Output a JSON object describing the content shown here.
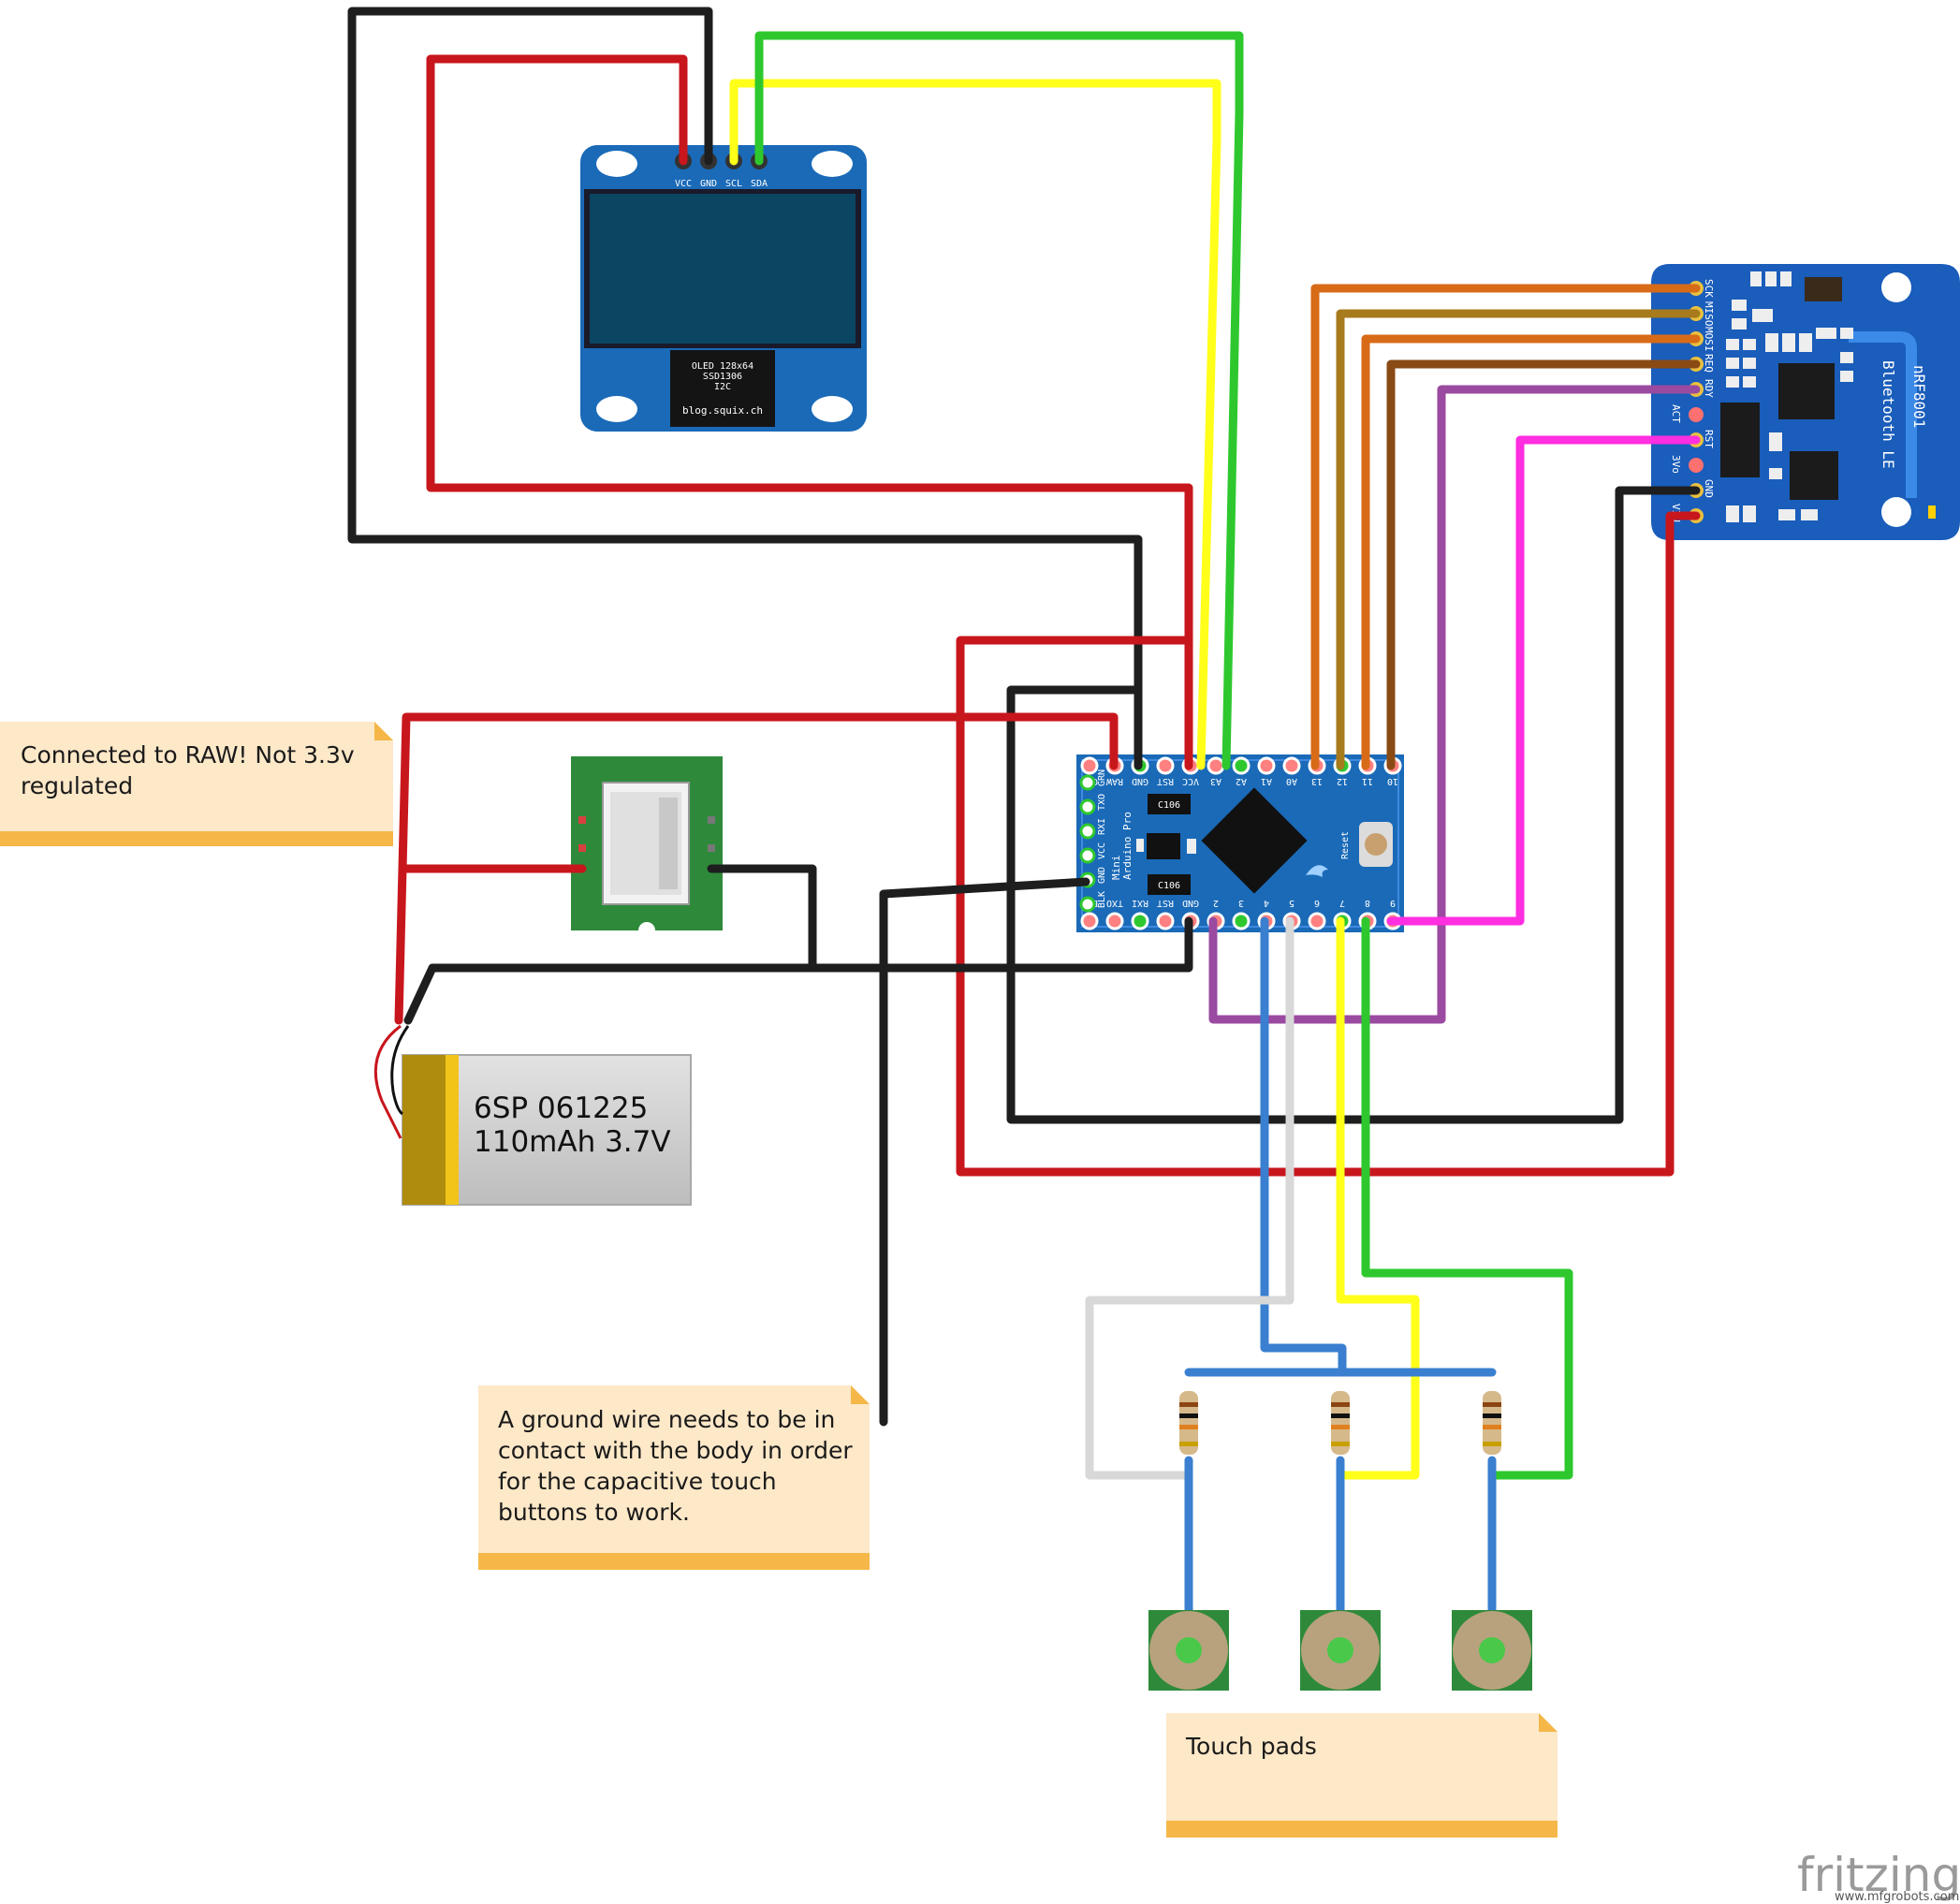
{
  "notes": {
    "raw": [
      "Connected to RAW! Not 3.3v",
      "regulated"
    ],
    "ground": [
      "A ground wire needs to be in",
      "contact with the body in order",
      "for the capacitive touch",
      "buttons to work."
    ],
    "pads": [
      "Touch pads"
    ]
  },
  "oled": {
    "pins": [
      "VCC",
      "GND",
      "SCL",
      "SDA"
    ],
    "chip_text": [
      "OLED 128x64",
      "SSD1306",
      "I2C"
    ],
    "url": "blog.squix.ch"
  },
  "arduino": {
    "top_pins": [
      "GRN",
      "RAW",
      "GND",
      "RST",
      "VCC",
      "A3",
      "A2",
      "A1",
      "A0",
      "13",
      "12",
      "11",
      "10"
    ],
    "bottom_pins": [
      "BLK",
      "TXO",
      "RXI",
      "RST",
      "GND",
      "2",
      "3",
      "4",
      "5",
      "6",
      "7",
      "8",
      "9"
    ],
    "left_pins": [
      "GRN",
      "TXO",
      "RXI",
      "VCC",
      "GND",
      "BLK"
    ],
    "board_name": [
      "Arduino Pro",
      "Mini"
    ],
    "cap_label": "C106",
    "reset_label": "Reset"
  },
  "ble": {
    "pins": [
      "SCK",
      "MISO",
      "MOSI",
      "REQ",
      "RDY",
      "ACT",
      "RST",
      "3Vo",
      "GND",
      "VIN"
    ],
    "title": "nRF8001",
    "subtitle": "Bluetooth LE"
  },
  "battery": {
    "line1": "6SP 061225",
    "line2": "110mAh 3.7V"
  },
  "watermark": {
    "brand": "fritzing",
    "site": "www.mfgrobots.com"
  },
  "colors": {
    "wire_red": "#c8161d",
    "wire_black": "#1e1e1e",
    "wire_yellow": "#ffff1a",
    "wire_green": "#2ec82e",
    "wire_orange": "#d86b18",
    "wire_olive": "#a77a1c",
    "wire_brown": "#8a4a14",
    "wire_purple": "#9a4aa0",
    "wire_magenta": "#ff2ee0",
    "wire_blue": "#3a7fd0",
    "wire_white": "#d8d8d8",
    "board_blue": "#1a5dbb",
    "oled_blue": "#1a6ab8",
    "note_fill": "#fde8c8",
    "note_bar": "#f5b748"
  }
}
